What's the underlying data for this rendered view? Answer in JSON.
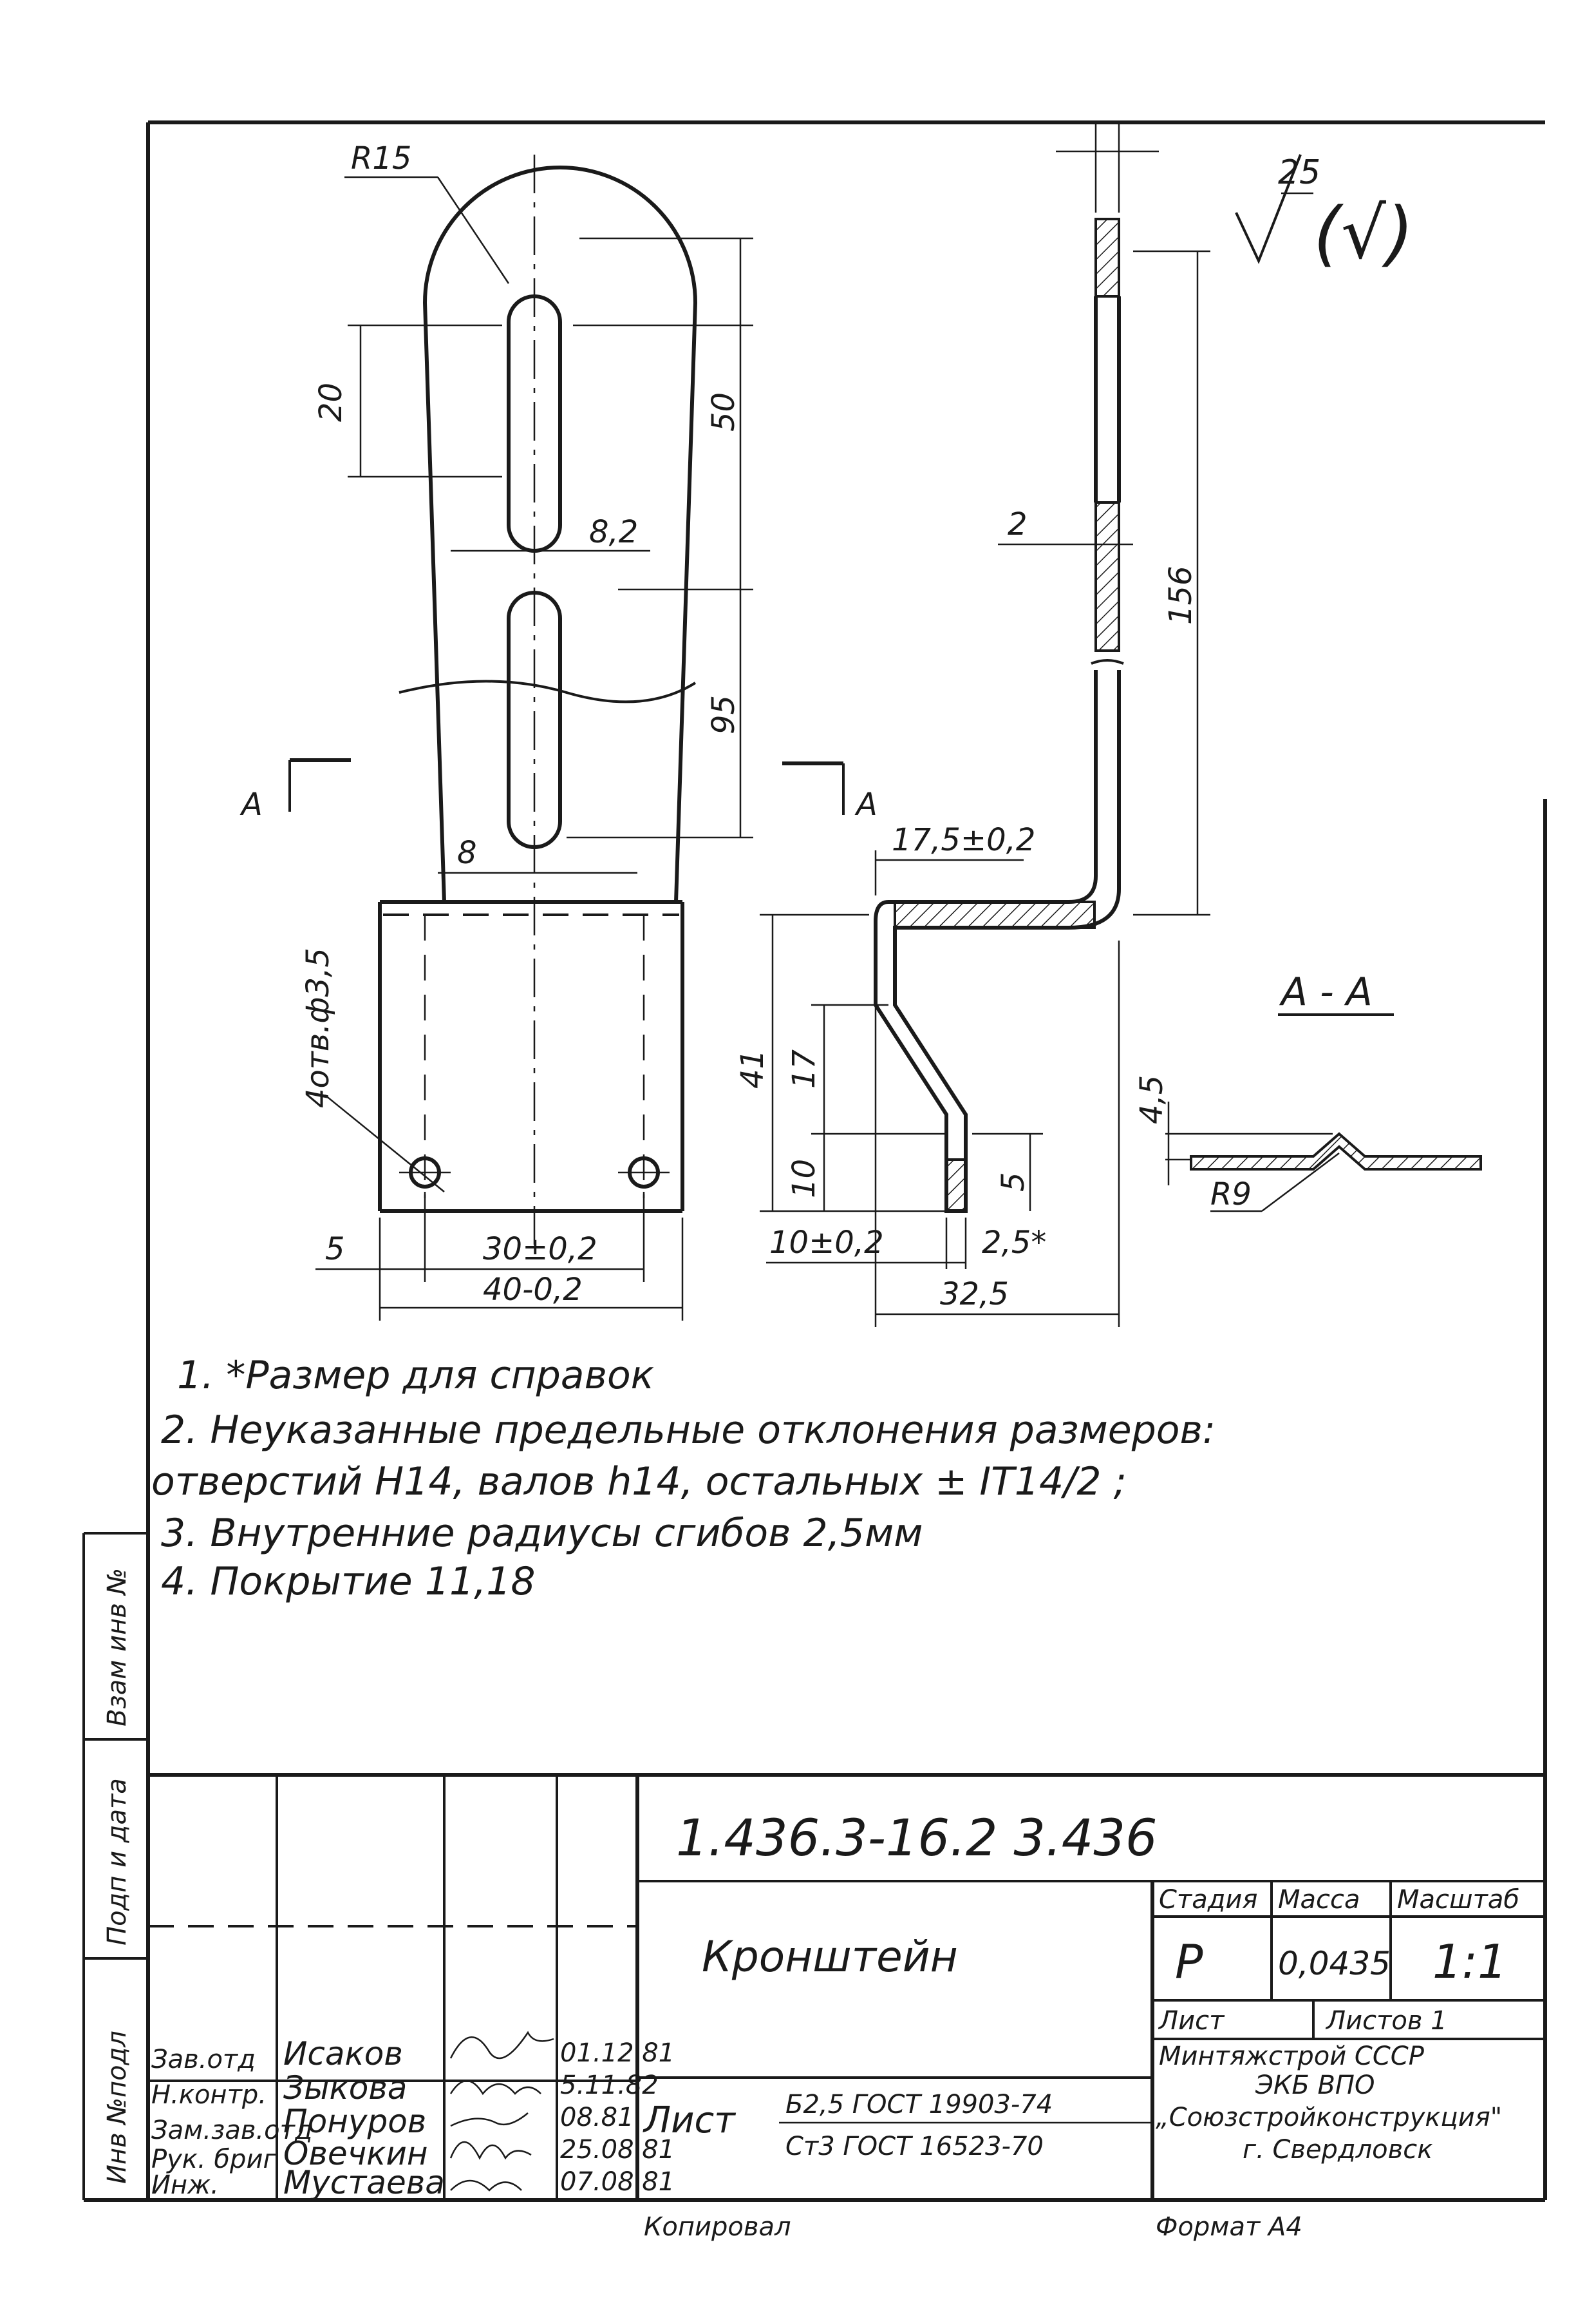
{
  "drawing": {
    "front_view": {
      "radius_label": "R15",
      "slot_length": "20",
      "height_upper": "50",
      "slot_width": "8,2",
      "height_lower": "95",
      "slot_offset": "8",
      "holes_label": "4отв.ф3,5",
      "edge_offset": "5",
      "hole_spacing": "30±0,2",
      "width": "40-0,2",
      "section_mark": "A"
    },
    "side_view": {
      "thickness": "2",
      "total_height": "156",
      "flange_length": "17,5±0,2",
      "step_height": "41",
      "bend_height": "17",
      "lower_height": "10",
      "tab_height": "5",
      "lower_offset": "10±0,2",
      "tab_width": "2,5*",
      "base_length": "32,5",
      "section_mark": "A"
    },
    "section": {
      "title": "A - A",
      "height": "4,5",
      "radius": "R9"
    },
    "roughness": {
      "value": "25",
      "bracket": "(√)"
    }
  },
  "notes": [
    "1. *Размер для справок",
    "2. Неуказанные предельные отклонения размеров:",
    "отверстий H14, валов h14, остальных ± IT14/2 ;",
    "3. Внутренние радиусы сгибов 2,5мм",
    "4. Покрытие 11,18"
  ],
  "margin_labels": [
    "Инв №подл",
    "Подп и дата",
    "Взам инв №"
  ],
  "title_block": {
    "designation": "1.436.3-16.2 3.436",
    "name": "Кронштейн",
    "headers": {
      "stage": "Стадия",
      "mass": "Масса",
      "scale": "Масштаб"
    },
    "values": {
      "stage": "Р",
      "mass": "0,0435",
      "scale": "1:1"
    },
    "sheet_label": "Лист",
    "sheets_label": "Листов 1",
    "organization": [
      "Минтяжстрой СССР",
      "ЭКБ ВПО",
      "„Союзстройконструкция\"",
      "г. Свердловск"
    ],
    "material_prefix": "Лист",
    "material_top": "Б2,5 ГОСТ 19903-74",
    "material_bottom": "Ст3 ГОСТ 16523-70",
    "roles": [
      "Зав.отд",
      "Н.контр.",
      "Зам.зав.отд",
      "Рук. бриг",
      "Инж."
    ],
    "people": [
      "Исаков",
      "Зыкова",
      "Понуров",
      "Овечкин",
      "Мустаева"
    ],
    "dates": [
      "01.12.81",
      "5.11.82",
      "08.81",
      "25.08.81",
      "07.08.81"
    ],
    "copied": "Копировал",
    "format": "Формат А4"
  }
}
